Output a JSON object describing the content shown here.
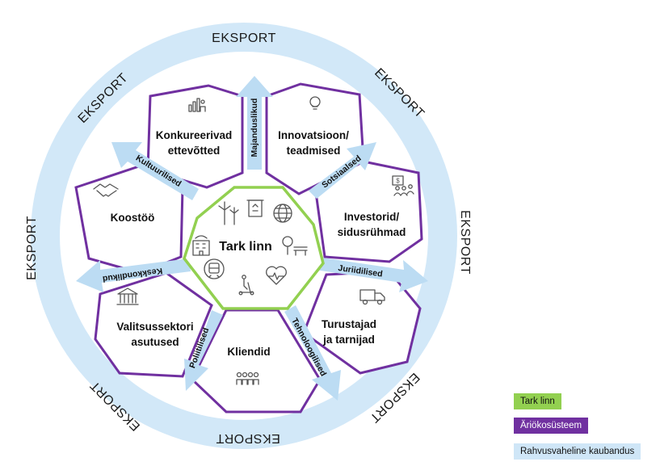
{
  "exports": [
    "EKSPORT",
    "EKSPORT",
    "EKSPORT",
    "EKSPORT",
    "EKSPORT",
    "EKSPORT",
    "EKSPORT",
    "EKSPORT"
  ],
  "center": {
    "title": "Tark linn"
  },
  "segments": {
    "konkurents": {
      "line1": "Konkureerivad",
      "line2": "ettevõtted"
    },
    "innovatsioon": {
      "line1": "Innovatsioon/",
      "line2": "teadmised"
    },
    "investorid": {
      "line1": "Investorid/",
      "line2": "sidusrühmad"
    },
    "turustajad": {
      "line1": "Turustajad",
      "line2": "ja tarnijad"
    },
    "kliendid": {
      "line1": "Kliendid"
    },
    "valitsus": {
      "line1": "Valitsussektori",
      "line2": "asutused"
    },
    "koostoo": {
      "line1": "Koostöö"
    }
  },
  "arrows": {
    "majanduslikud": "Majanduslikud",
    "sotsiaalsed": "Sotsiaalsed",
    "juriidilised": "Juriidilised",
    "tehnoloogilised": "Tehnoloogilised",
    "poliitilised": "Poliitilised",
    "keskkondlikud": "Keskkondlikud",
    "kultuurilised": "Kultuurilised"
  },
  "legend": [
    {
      "label": "Tark linn",
      "color": "#92d050"
    },
    {
      "label": "Äriökosüsteem",
      "color": "#7030a0"
    },
    {
      "label": "Rahvusvaheline kaubandus",
      "color": "#cfe6f7"
    }
  ],
  "colors": {
    "ring": "#cfe6f7",
    "arrow": "#bcdcf3",
    "ecosystem": "#7030a0",
    "smartcity": "#92d050"
  }
}
